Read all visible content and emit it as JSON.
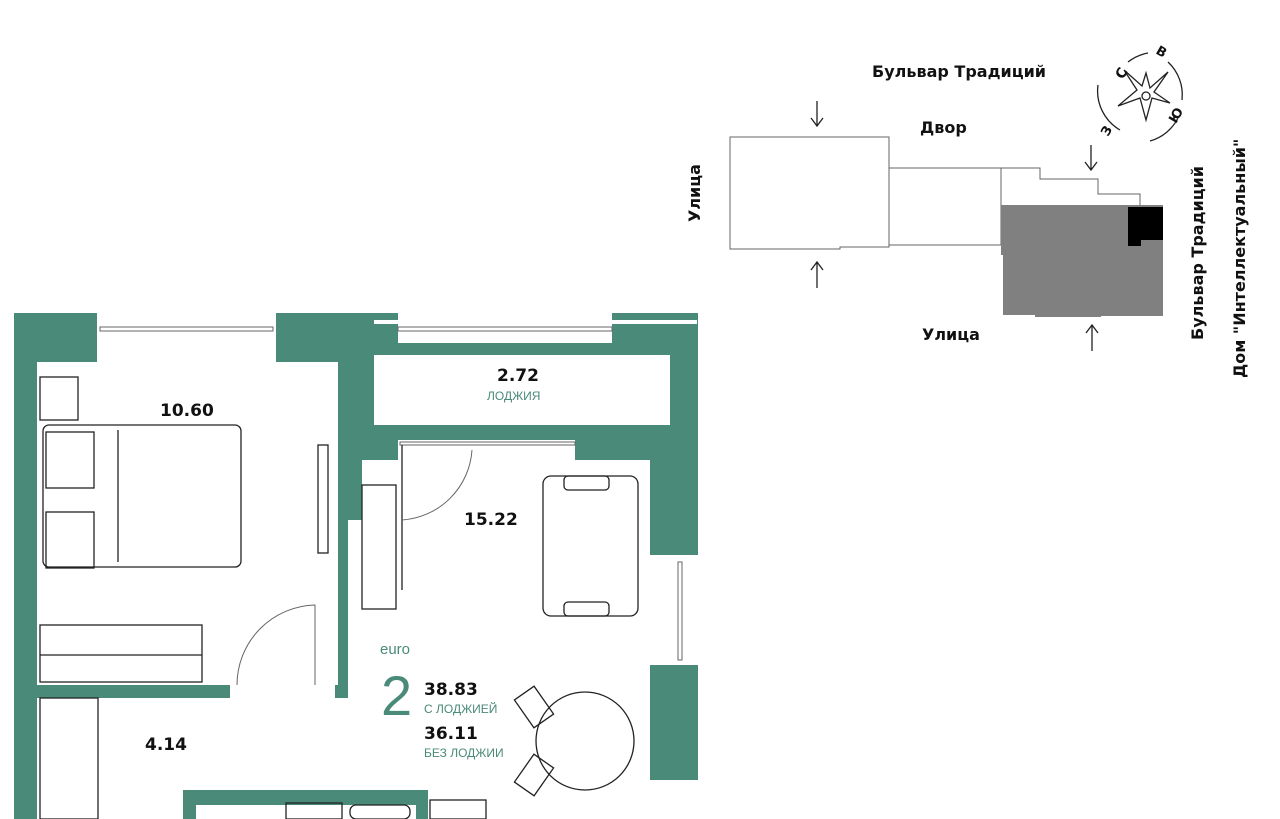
{
  "colors": {
    "wall": "#4a8a78",
    "accent": "#4a8a78",
    "building": "#808080",
    "apartment_marker": "#000000"
  },
  "site_plan": {
    "labels": {
      "top_street": "Бульвар Традиций",
      "yard": "Двор",
      "left_street": "Улица",
      "bottom_street": "Улица",
      "right_street": "Бульвар Традиций",
      "right_building": "Дом \"Интеллектуальный\""
    },
    "compass": {
      "north": "С",
      "east": "В",
      "south": "Ю",
      "west": "З"
    }
  },
  "floor_plan": {
    "rooms": [
      {
        "name": "bedroom",
        "area": "10.60"
      },
      {
        "name": "loggia",
        "area": "2.72",
        "label": "ЛОДЖИЯ"
      },
      {
        "name": "living-kitchen",
        "area": "15.22"
      },
      {
        "name": "hall",
        "area": "4.14"
      }
    ],
    "summary": {
      "type_label": "euro",
      "rooms_count": "2",
      "area_with_loggia": "38.83",
      "with_loggia_label": "С ЛОДЖИЕЙ",
      "area_without_loggia": "36.11",
      "without_loggia_label": "БЕЗ ЛОДЖИИ"
    }
  }
}
